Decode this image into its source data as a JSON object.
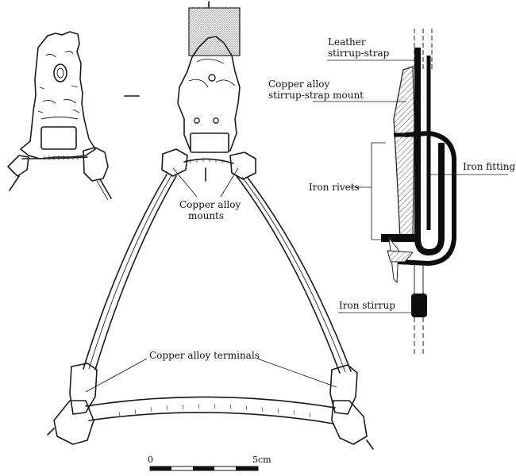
{
  "labels": {
    "leather_strap_1": "Leather",
    "leather_strap_2": "stirrup-strap",
    "strap_mount_1": "Copper alloy",
    "strap_mount_2": "stirrup-strap mount",
    "iron_fitting": "Iron fitting",
    "iron_rivets": "Iron rivets",
    "copper_mounts_1": "Copper alloy",
    "copper_mounts_2": "mounts",
    "iron_stirrup": "Iron stirrup",
    "terminals": "Copper alloy terminals"
  },
  "scale_bar": {
    "start_label": "0",
    "end_label": "5cm"
  },
  "colors": {
    "ink": "#1a1a1a",
    "paper": "#ffffff",
    "stipple": "#d9d9d9",
    "fill_dark": "#0d0d0d"
  }
}
